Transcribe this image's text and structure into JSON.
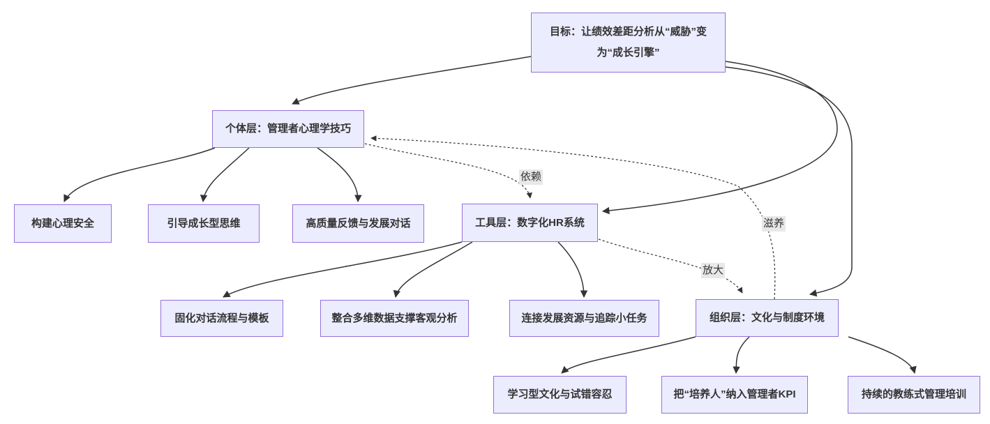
{
  "diagram": {
    "type": "flowchart",
    "nodes": {
      "goal": {
        "label": "目标：让绩效差距分析从“威胁”变为“成长引擎”"
      },
      "individual": {
        "label": "个体层：管理者心理学技巧"
      },
      "psych": {
        "label": "构建心理安全"
      },
      "mindset": {
        "label": "引导成长型思维"
      },
      "feedback": {
        "label": "高质量反馈与发展对话"
      },
      "tool": {
        "label": "工具层：数字化HR系统"
      },
      "process": {
        "label": "固化对话流程与模板"
      },
      "data": {
        "label": "整合多维数据支撑客观分析"
      },
      "resources": {
        "label": "连接发展资源与追踪小任务"
      },
      "org": {
        "label": "组织层：文化与制度环境"
      },
      "culture": {
        "label": "学习型文化与试错容忍"
      },
      "kpi": {
        "label": "把“培养人”纳入管理者KPI"
      },
      "coaching": {
        "label": "持续的教练式管理培训"
      }
    },
    "edge_labels": {
      "depend": "依赖",
      "amplify": "放大",
      "nourish": "滋养"
    },
    "edges": [
      {
        "from": "goal",
        "to": "individual",
        "style": "solid",
        "label": ""
      },
      {
        "from": "goal",
        "to": "tool",
        "style": "solid",
        "label": ""
      },
      {
        "from": "goal",
        "to": "org",
        "style": "solid",
        "label": ""
      },
      {
        "from": "individual",
        "to": "psych",
        "style": "solid",
        "label": ""
      },
      {
        "from": "individual",
        "to": "mindset",
        "style": "solid",
        "label": ""
      },
      {
        "from": "individual",
        "to": "feedback",
        "style": "solid",
        "label": ""
      },
      {
        "from": "tool",
        "to": "process",
        "style": "solid",
        "label": ""
      },
      {
        "from": "tool",
        "to": "data",
        "style": "solid",
        "label": ""
      },
      {
        "from": "tool",
        "to": "resources",
        "style": "solid",
        "label": ""
      },
      {
        "from": "org",
        "to": "culture",
        "style": "solid",
        "label": ""
      },
      {
        "from": "org",
        "to": "kpi",
        "style": "solid",
        "label": ""
      },
      {
        "from": "org",
        "to": "coaching",
        "style": "solid",
        "label": ""
      },
      {
        "from": "individual",
        "to": "tool",
        "style": "dotted",
        "label": "依赖"
      },
      {
        "from": "tool",
        "to": "org",
        "style": "dotted",
        "label": "放大"
      },
      {
        "from": "org",
        "to": "individual",
        "style": "dotted",
        "label": "滋养"
      }
    ],
    "colors": {
      "node_fill": "#ECECFF",
      "node_border": "#9370DB",
      "node_text": "#333333",
      "edge_stroke": "#333333",
      "edge_label_bg": "#E8E8E8",
      "background": "#FFFFFF"
    }
  }
}
